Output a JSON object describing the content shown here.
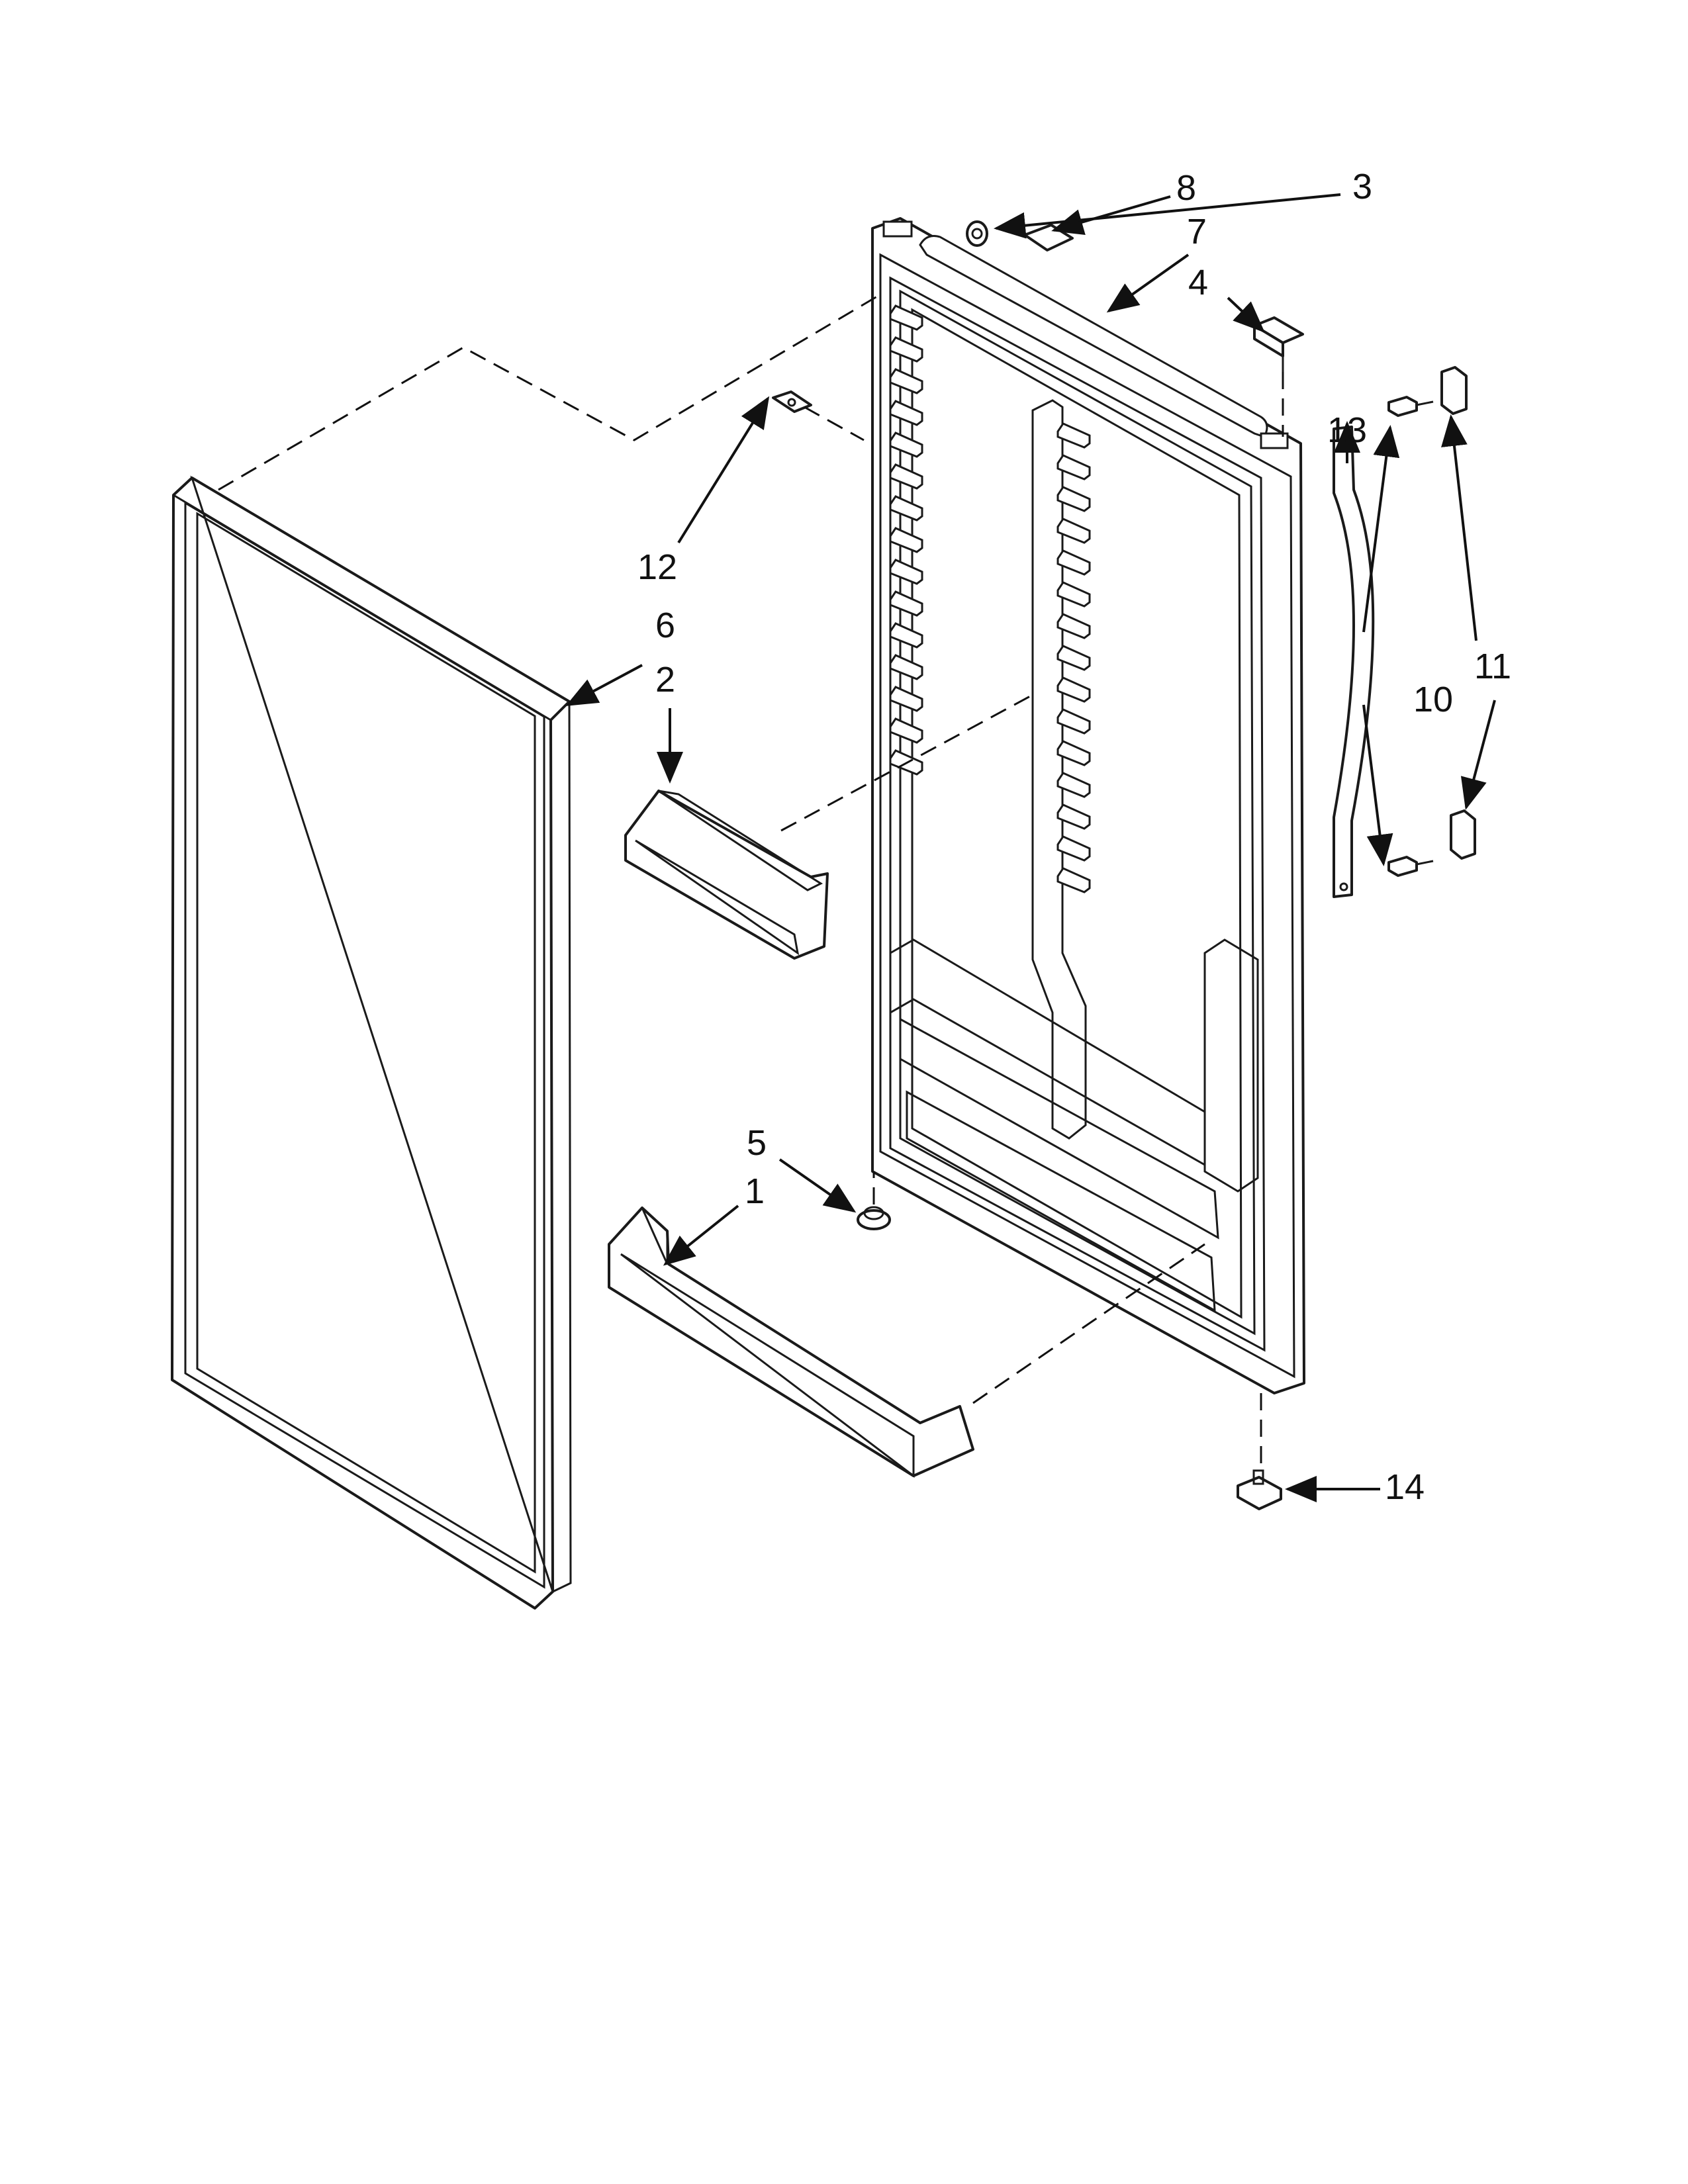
{
  "diagram": {
    "callouts": [
      {
        "id": "c1",
        "label": "1"
      },
      {
        "id": "c2",
        "label": "2"
      },
      {
        "id": "c3",
        "label": "3"
      },
      {
        "id": "c4",
        "label": "4"
      },
      {
        "id": "c5",
        "label": "5"
      },
      {
        "id": "c6",
        "label": "6"
      },
      {
        "id": "c7",
        "label": "7"
      },
      {
        "id": "c8",
        "label": "8"
      },
      {
        "id": "c10",
        "label": "10"
      },
      {
        "id": "c11",
        "label": "11"
      },
      {
        "id": "c12",
        "label": "12"
      },
      {
        "id": "c13",
        "label": "13"
      },
      {
        "id": "c14",
        "label": "14"
      }
    ]
  }
}
